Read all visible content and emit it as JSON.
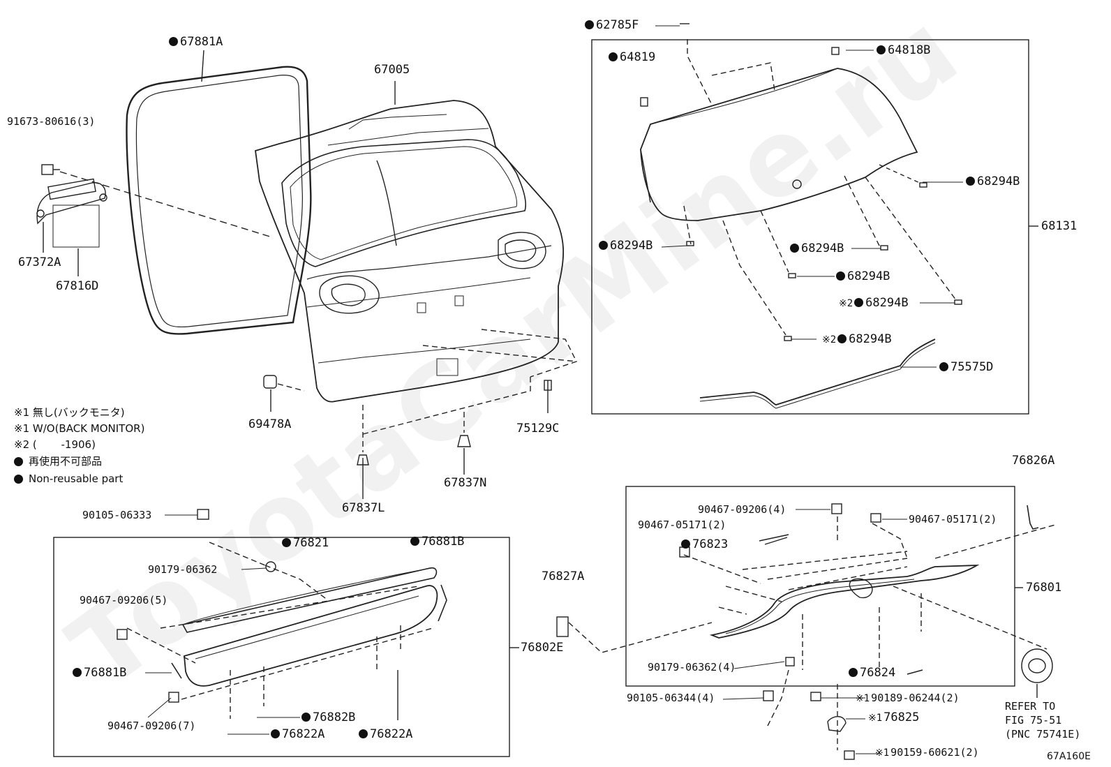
{
  "watermark": "ToyotaCarMine.ru",
  "diagram_code": "67A160E",
  "notes": {
    "n1_jp": "※1 無し(バックモニタ)",
    "n1_en": "※1 W/O(BACK MONITOR)",
    "n2": "※2 (　　 -1906)",
    "non_reusable_jp": "再使用不可部品",
    "non_reusable_en": "Non-reusable part"
  },
  "labels": {
    "p67881A": "67881A",
    "p67005": "67005",
    "p91673": "91673-80616(3)",
    "p67372A": "67372A",
    "p67816D": "67816D",
    "p69478A": "69478A",
    "p75129C": "75129C",
    "p67837N": "67837N",
    "p67837L": "67837L",
    "p62785F": "62785F",
    "p64819": "64819",
    "p64818B": "64818B",
    "p68294B_1": "68294B",
    "p68294B_2": "68294B",
    "p68294B_3": "68294B",
    "p68294B_4": "68294B",
    "p68294B_5": "68294B",
    "p68294B_6": "68294B",
    "p68131": "68131",
    "p75575D": "75575D",
    "p90105_06333": "90105-06333",
    "p76821": "76821",
    "p76881B_top": "76881B",
    "p90179_06362": "90179-06362",
    "p90467_09206_5": "90467-09206(5)",
    "p76881B_left": "76881B",
    "p76802E": "76802E",
    "p90467_09206_7": "90467-09206(7)",
    "p76882B": "76882B",
    "p76822A_1": "76822A",
    "p76822A_2": "76822A",
    "p76826A": "76826A",
    "p90467_09206_4": "90467-09206(4)",
    "p90467_05171_2a": "90467-05171(2)",
    "p90467_05171_2b": "90467-05171(2)",
    "p76823": "76823",
    "p76827A": "76827A",
    "p76801": "76801",
    "p90179_06362_4": "90179-06362(4)",
    "p76824": "76824",
    "p90105_06344_4": "90105-06344(4)",
    "p90189_06244_2": "90189-06244(2)",
    "p76825": "76825",
    "p90159_60621_2": "90159-60621(2)",
    "refer_l1": "REFER TO",
    "refer_l2": "FIG 75-51",
    "refer_l3": "(PNC 75741E)"
  },
  "markers": {
    "x1": "※1",
    "x2": "※2"
  }
}
